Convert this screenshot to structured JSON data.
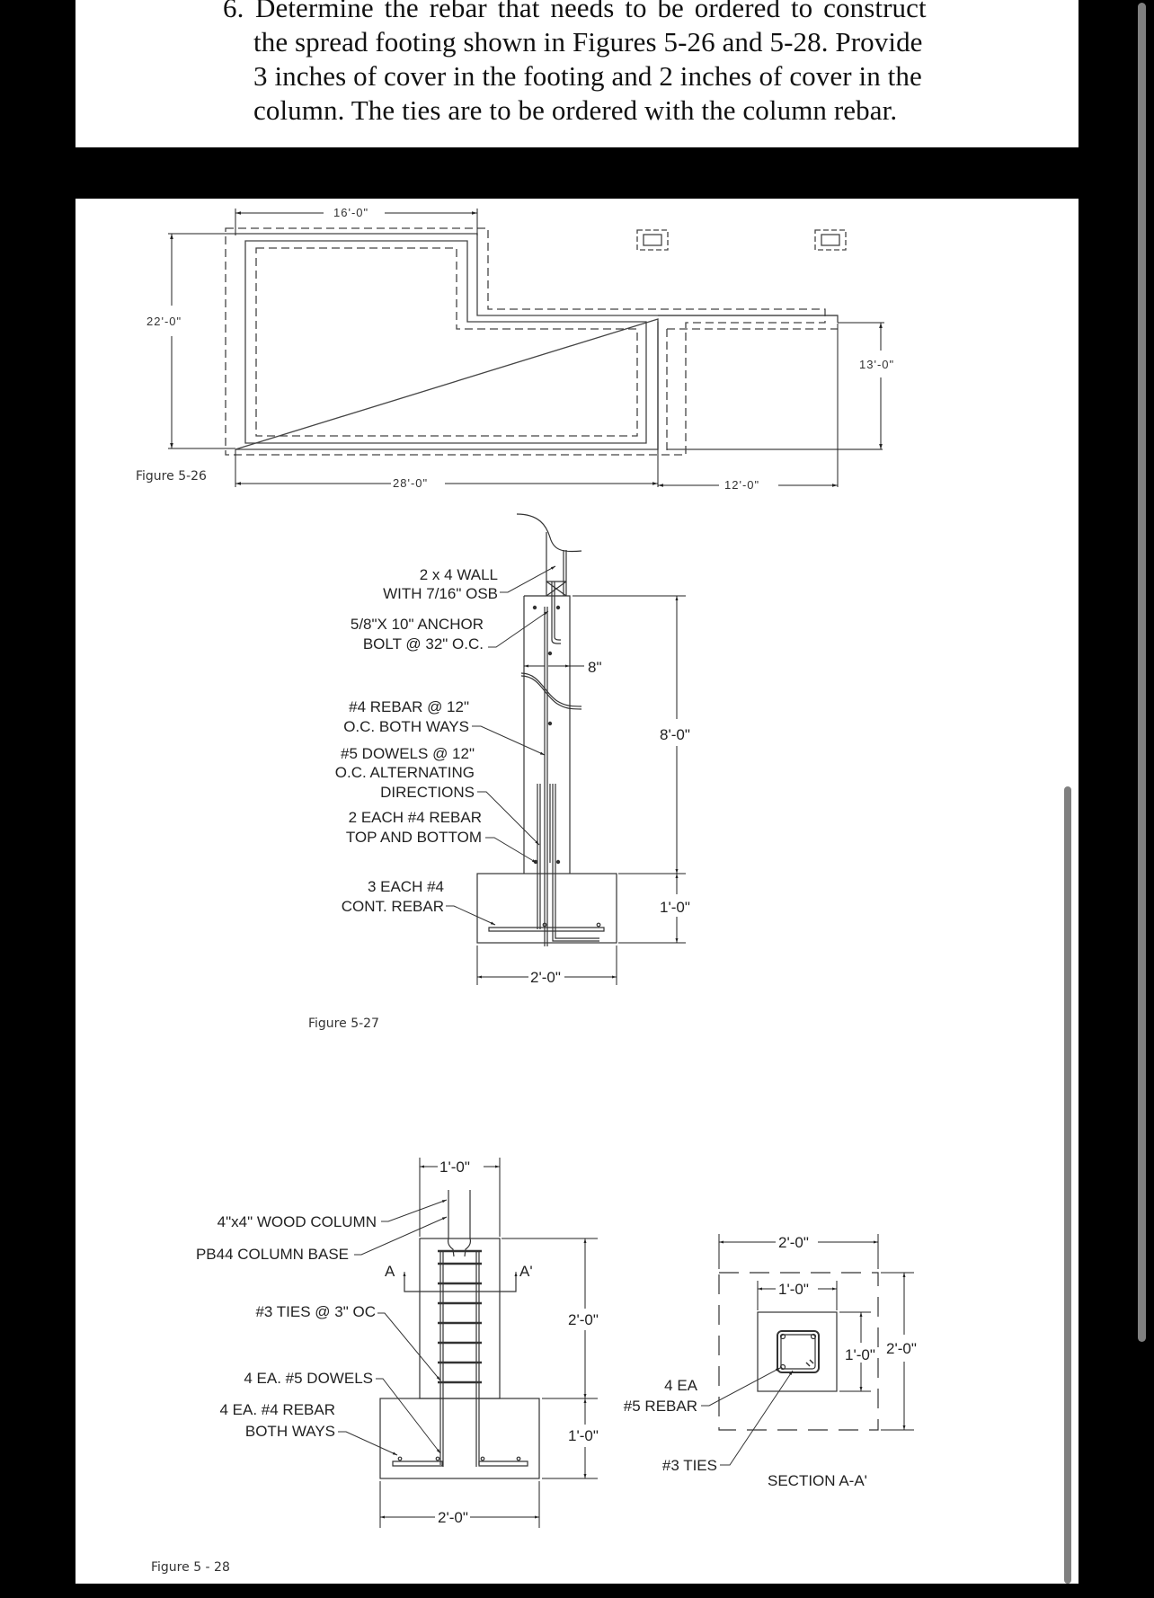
{
  "question": {
    "number": "6.",
    "lines": [
      "Determine the rebar that needs to be ordered to construct",
      "the spread footing shown in Figures 5-26 and 5-28. Provide",
      "3 inches of cover in the footing and 2 inches of cover in the",
      "column. The ties are to be ordered with the column rebar."
    ]
  },
  "figure_5_26": {
    "caption": "Figure 5-26",
    "dims": {
      "top_width": "16'-0\"",
      "left_height": "22'-0\"",
      "bottom_width_left": "28'-0\"",
      "bottom_width_right": "12'-0\"",
      "right_height": "13'-0\""
    }
  },
  "figure_5_27": {
    "caption": "Figure 5-27",
    "labels": {
      "wall_1": "2 x 4 WALL",
      "wall_2": "WITH 7/16\" OSB",
      "bolt_1": "5/8\"X 10\" ANCHOR",
      "bolt_2": "BOLT @ 32\" O.C.",
      "rebar_1": "#4 REBAR @ 12\"",
      "rebar_2": "O.C. BOTH WAYS",
      "dowels_1": "#5 DOWELS @ 12\"",
      "dowels_2": "O.C. ALTERNATING",
      "dowels_3": "DIRECTIONS",
      "tb_1": "2 EACH #4 REBAR",
      "tb_2": "TOP AND BOTTOM",
      "cont_1": "3 EACH #4",
      "cont_2": "CONT. REBAR"
    },
    "dims": {
      "wall_thickness": "8\"",
      "wall_height": "8'-0\"",
      "footing_depth": "1'-0\"",
      "footing_width": "2'-0\""
    }
  },
  "figure_5_28": {
    "caption": "Figure 5 - 28",
    "labels": {
      "column": "4\"x4\" WOOD COLUMN",
      "base": "PB44 COLUMN BASE",
      "ties": "#3 TIES @ 3\" OC",
      "dowels": "4 EA. #5 DOWELS",
      "rebar_1": "4 EA. #4 REBAR",
      "rebar_2": "BOTH WAYS",
      "section_a": "A",
      "section_a_prime": "A'"
    },
    "dims": {
      "pier_width": "1'-0\"",
      "pier_height": "2'-0\"",
      "footing_depth": "1'-0\"",
      "footing_width": "2'-0\""
    },
    "section": {
      "title": "SECTION A-A'",
      "rebar_1": "4 EA",
      "rebar_2": "#5 REBAR",
      "ties": "#3 TIES",
      "outer_width": "2'-0\"",
      "inner_width": "1'-0\"",
      "inner_height": "1'-0\"",
      "outer_height": "2'-0\""
    }
  }
}
